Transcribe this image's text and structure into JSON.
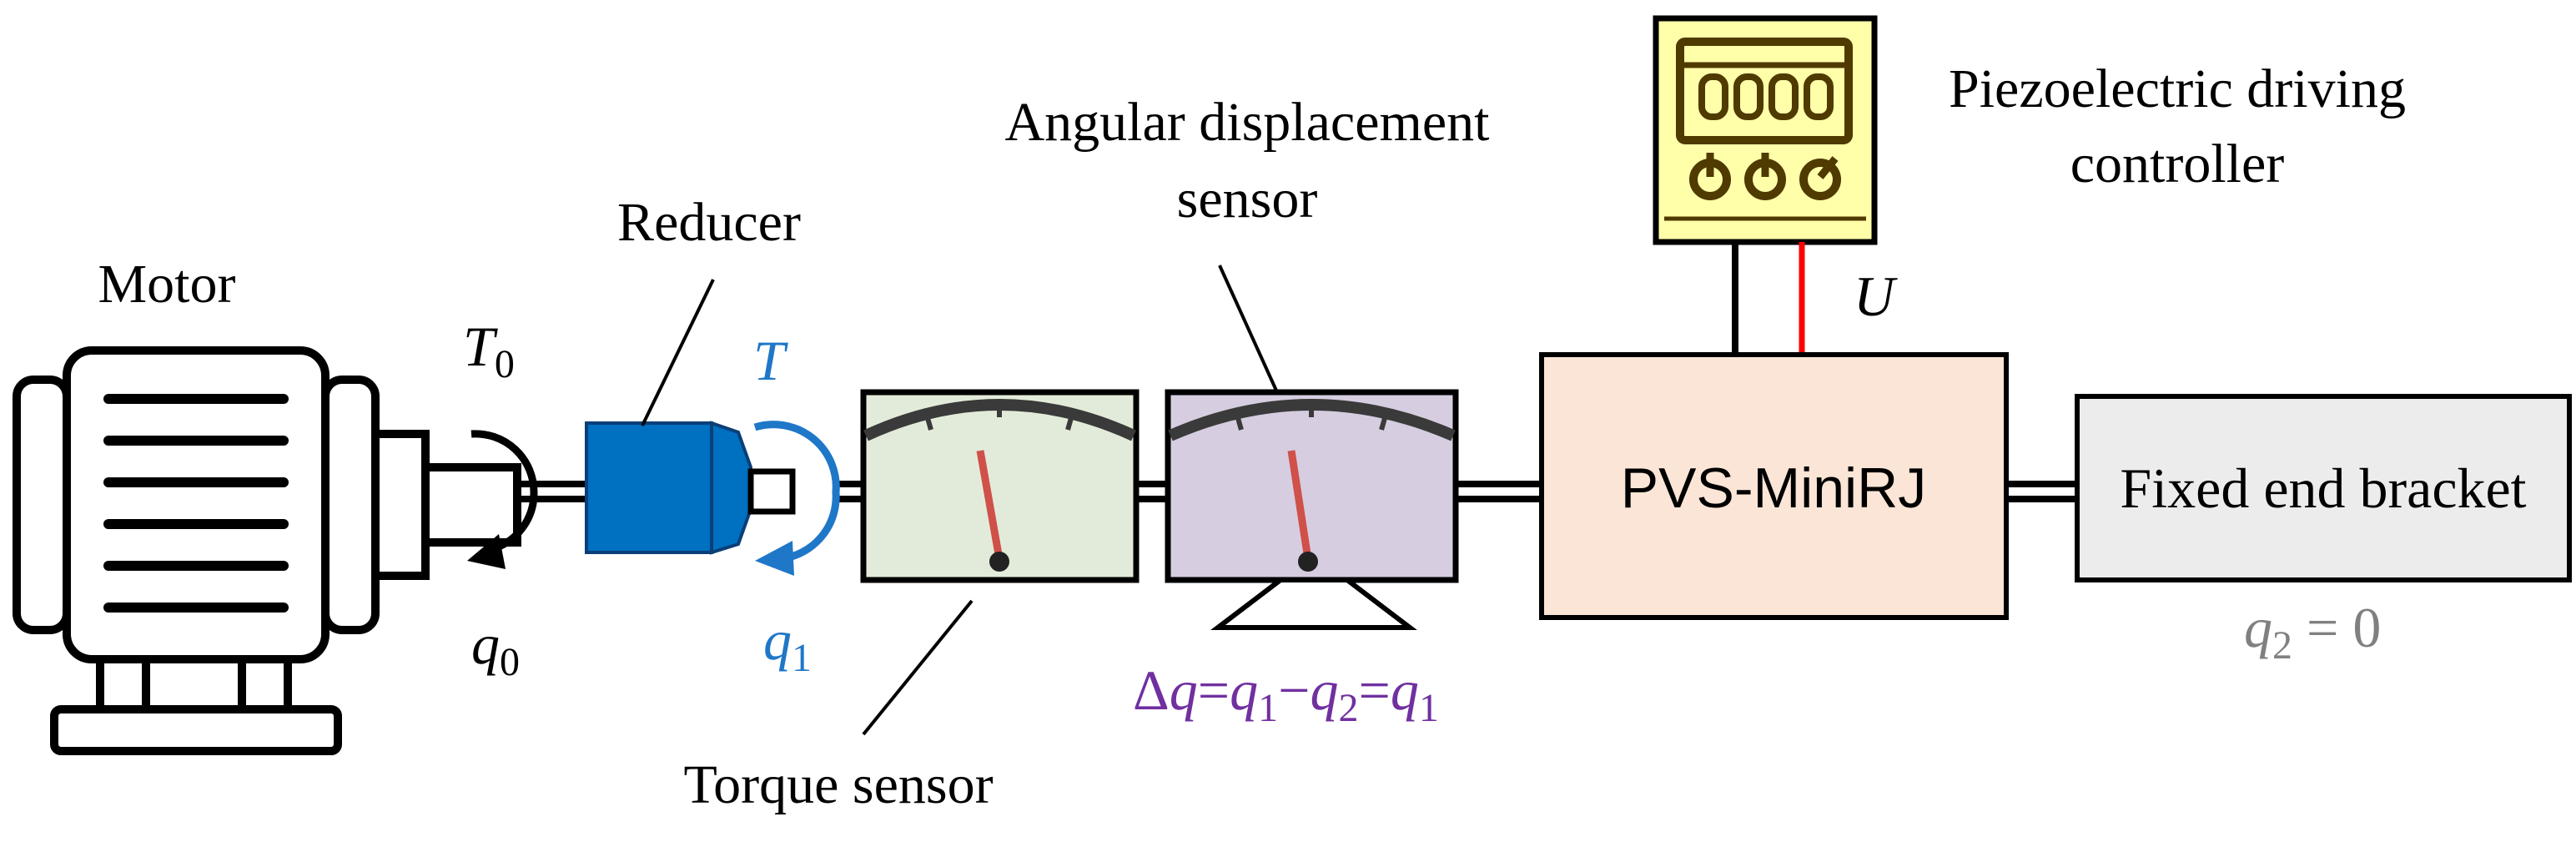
{
  "labels": {
    "motor": "Motor",
    "reducer": "Reducer",
    "torque_sensor": "Torque sensor",
    "angular_line1": "Angular displacement",
    "angular_line2": "sensor",
    "piezo_line1": "Piezoelectric driving",
    "piezo_line2": "controller",
    "pvs_box": "PVS-MiniRJ",
    "fixed_box": "Fixed end bracket"
  },
  "symbols": {
    "T0_base": "T",
    "T0_sub": "0",
    "T": "T",
    "q0_base": "q",
    "q0_sub": "0",
    "q1_base": "q",
    "q1_sub": "1",
    "U": "U",
    "dq": {
      "delta": "Δ",
      "q": "q",
      "eq1": "=",
      "q1": "q",
      "q1sub": "1",
      "minus": "−",
      "q2": "q",
      "q2sub": "2",
      "eq2": "=",
      "q1b": "q",
      "q1bsub": "1"
    },
    "q2eq": {
      "q": "q",
      "sub": "2",
      "rest": " = 0"
    }
  },
  "controller_display": "0000",
  "colors": {
    "line": "#000000",
    "reducer": "#0070c0",
    "reducer_stroke": "#0a3f78",
    "blue_text": "#1f77c8",
    "purple_text": "#7030a0",
    "gray_text": "#808080",
    "torque_panel": "#e2ebd9",
    "angular_panel": "#d6cde0",
    "needle": "#d0504a",
    "controller": "#ffffaa",
    "controller_dark": "#4f3a00",
    "pvs_fill": "#fbe5d6",
    "fixed_fill": "#ececec",
    "signal_line": "#ff0000"
  }
}
